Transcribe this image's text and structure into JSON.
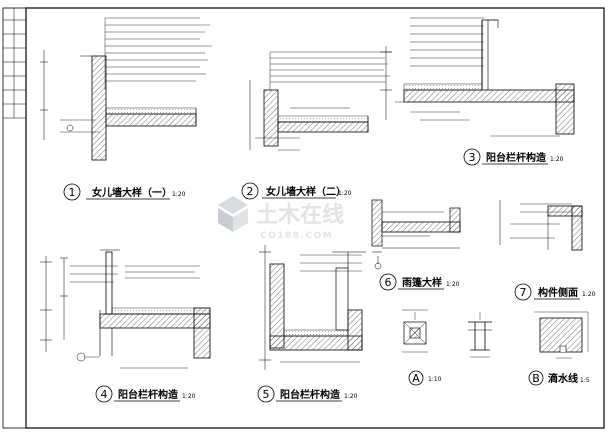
{
  "details": [
    {
      "num": "1",
      "title": "女儿墙大样（一）",
      "scale": "1:20"
    },
    {
      "num": "2",
      "title": "女儿墙大样（二）",
      "scale": "1:20"
    },
    {
      "num": "3",
      "title": "阳台栏杆构造",
      "scale": "1:20"
    },
    {
      "num": "4",
      "title": "阳台栏杆构造",
      "scale": "1:20"
    },
    {
      "num": "5",
      "title": "阳台栏杆构造",
      "scale": "1:20"
    },
    {
      "num": "6",
      "title": "雨篷大样",
      "scale": "1:20"
    },
    {
      "num": "7",
      "title": "构件侧面",
      "scale": "1:20"
    },
    {
      "num": "A",
      "title": "",
      "scale": "1:10"
    },
    {
      "num": "B",
      "title": "滴水线",
      "scale": "1:5"
    }
  ],
  "watermark": {
    "main": "土木在线",
    "sub": "CO188.COM"
  },
  "colors": {
    "line": "#000000",
    "hatch": "#555555",
    "watermark": "#c9cdd3"
  }
}
